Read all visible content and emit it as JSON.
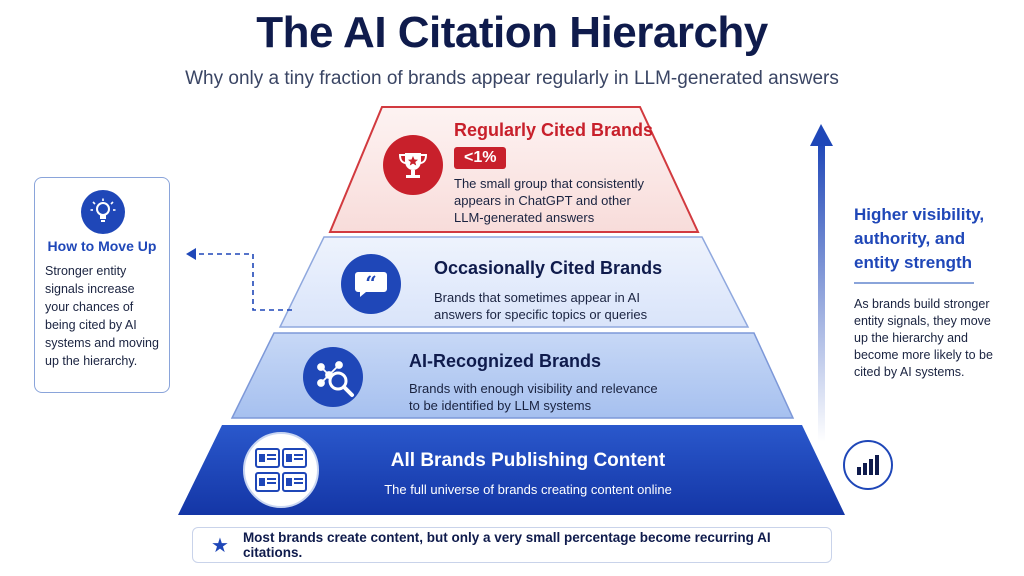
{
  "header": {
    "title": "The AI Citation Hierarchy",
    "subtitle": "Why only a tiny fraction of brands appear regularly in LLM-generated answers"
  },
  "tiers": [
    {
      "title": "Regularly Cited Brands",
      "badge": "<1%",
      "description": "The small group that consistently appears in ChatGPT and other LLM-generated answers",
      "icon": "trophy-icon",
      "color": "#c8202b"
    },
    {
      "title": "Occasionally Cited Brands",
      "description": "Brands that sometimes appear in AI answers for specific topics or queries",
      "icon": "quote-icon",
      "color": "#1f47b8"
    },
    {
      "title": "AI-Recognized Brands",
      "description": "Brands with enough visibility and relevance to be identified by LLM systems",
      "icon": "network-search-icon",
      "color": "#1f47b8"
    },
    {
      "title": "All Brands Publishing Content",
      "description": "The full universe of brands creating content online",
      "icon": "content-grid-icon",
      "color": "#1e44b8"
    }
  ],
  "left_panel": {
    "title": "How to Move Up",
    "description": "Stronger entity signals increase your chances of being cited by AI systems and moving up the hierarchy.",
    "icon": "lightbulb-icon"
  },
  "right_panel": {
    "title": "Higher visibility, authority, and entity strength",
    "description": "As brands build stronger entity signals, they move up the hierarchy and become more likely to be cited by AI systems.",
    "icon": "bar-chart-icon"
  },
  "footer": {
    "text": "Most brands create content, but only a very small percentage become recurring AI citations.",
    "icon": "star-icon"
  }
}
